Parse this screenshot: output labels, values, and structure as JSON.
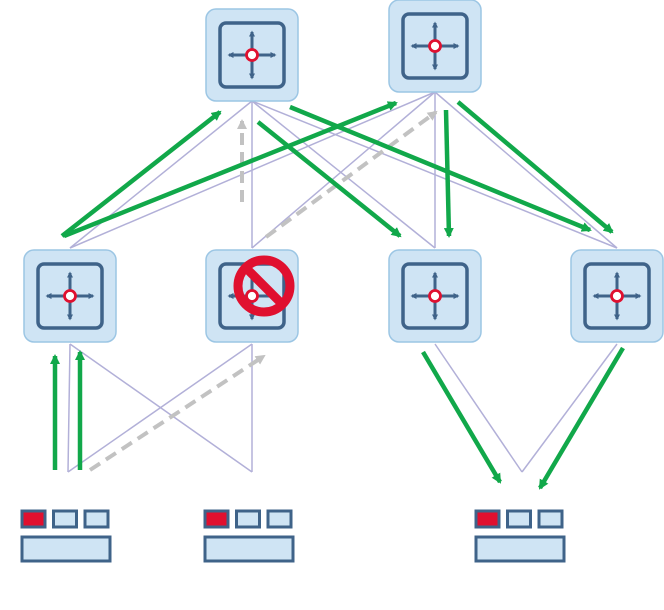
{
  "diagram": {
    "colors": {
      "switch_fill": "#cfe4f4",
      "switch_border": "#9cc6e4",
      "switch_icon": "#3f6389",
      "switch_center": "#e0102f",
      "link": "#b2b0d8",
      "flow": "#11a84a",
      "blocked_flow": "#c2c2c2",
      "block_sign": "#e0102f",
      "device_fill": "#cfe4f4",
      "device_border": "#3f6389",
      "device_port_active": "#e0102f"
    },
    "icons": {
      "switch": "network-switch-icon",
      "blocked": "no-entry-icon",
      "device": "server-rack-icon"
    },
    "switches": [
      {
        "id": "spine-1",
        "tier": "spine",
        "blocked": false
      },
      {
        "id": "spine-2",
        "tier": "spine",
        "blocked": false
      },
      {
        "id": "leaf-1",
        "tier": "leaf",
        "blocked": false
      },
      {
        "id": "leaf-2",
        "tier": "leaf",
        "blocked": true
      },
      {
        "id": "leaf-3",
        "tier": "leaf",
        "blocked": false
      },
      {
        "id": "leaf-4",
        "tier": "leaf",
        "blocked": false
      }
    ],
    "devices": [
      {
        "id": "host-1",
        "ports": 3,
        "active_port": 0
      },
      {
        "id": "host-2",
        "ports": 3,
        "active_port": 0
      },
      {
        "id": "host-3",
        "ports": 3,
        "active_port": 0
      }
    ],
    "links": [
      {
        "from": "leaf-1",
        "to": "spine-1"
      },
      {
        "from": "leaf-1",
        "to": "spine-2"
      },
      {
        "from": "leaf-2",
        "to": "spine-1"
      },
      {
        "from": "leaf-2",
        "to": "spine-2"
      },
      {
        "from": "leaf-3",
        "to": "spine-1"
      },
      {
        "from": "leaf-3",
        "to": "spine-2"
      },
      {
        "from": "leaf-4",
        "to": "spine-1"
      },
      {
        "from": "leaf-4",
        "to": "spine-2"
      },
      {
        "from": "host-1",
        "to": "leaf-1"
      },
      {
        "from": "host-1",
        "to": "leaf-2"
      },
      {
        "from": "host-2",
        "to": "leaf-1"
      },
      {
        "from": "host-2",
        "to": "leaf-2"
      },
      {
        "from": "host-3",
        "to": "leaf-3"
      },
      {
        "from": "host-3",
        "to": "leaf-4"
      }
    ],
    "flows": [
      {
        "from": "host-1",
        "to": "leaf-1",
        "status": "active"
      },
      {
        "from": "host-1",
        "to": "leaf-1",
        "status": "active"
      },
      {
        "from": "leaf-1",
        "to": "spine-1",
        "status": "active"
      },
      {
        "from": "leaf-1",
        "to": "spine-2",
        "status": "active"
      },
      {
        "from": "spine-1",
        "to": "leaf-3",
        "status": "active"
      },
      {
        "from": "spine-1",
        "to": "leaf-4",
        "status": "active"
      },
      {
        "from": "spine-2",
        "to": "leaf-3",
        "status": "active"
      },
      {
        "from": "spine-2",
        "to": "leaf-4",
        "status": "active"
      },
      {
        "from": "leaf-3",
        "to": "host-3",
        "status": "active"
      },
      {
        "from": "leaf-4",
        "to": "host-3",
        "status": "active"
      },
      {
        "from": "host-1",
        "to": "leaf-2",
        "status": "blocked"
      },
      {
        "from": "leaf-2",
        "to": "spine-1",
        "status": "blocked"
      },
      {
        "from": "leaf-2",
        "to": "spine-2",
        "status": "blocked"
      }
    ]
  }
}
